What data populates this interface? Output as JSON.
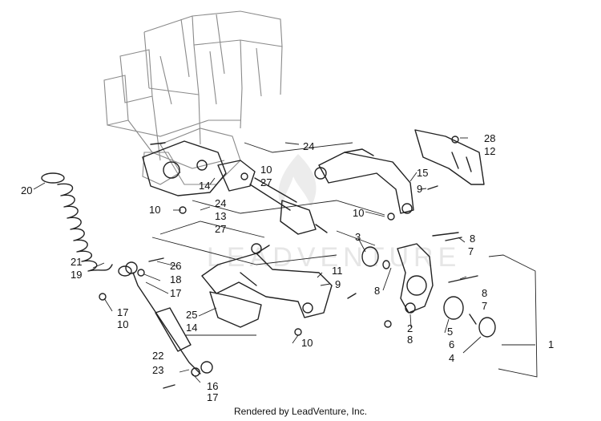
{
  "watermark": "LEADVENTURE",
  "footer": "Rendered by LeadVenture, Inc.",
  "callouts": [
    {
      "id": "c1",
      "text": "1"
    },
    {
      "id": "c2",
      "text": "2"
    },
    {
      "id": "c3",
      "text": "3"
    },
    {
      "id": "c4",
      "text": "4"
    },
    {
      "id": "c5",
      "text": "5"
    },
    {
      "id": "c6",
      "text": "6"
    },
    {
      "id": "c7a",
      "text": "7"
    },
    {
      "id": "c7b",
      "text": "7"
    },
    {
      "id": "c8a",
      "text": "8"
    },
    {
      "id": "c8b",
      "text": "8"
    },
    {
      "id": "c8c",
      "text": "8"
    },
    {
      "id": "c8d",
      "text": "8"
    },
    {
      "id": "c9a",
      "text": "9"
    },
    {
      "id": "c9b",
      "text": "9"
    },
    {
      "id": "c10a",
      "text": "10"
    },
    {
      "id": "c10b",
      "text": "10"
    },
    {
      "id": "c10c",
      "text": "10"
    },
    {
      "id": "c10d",
      "text": "10"
    },
    {
      "id": "c10e",
      "text": "10"
    },
    {
      "id": "c11",
      "text": "11"
    },
    {
      "id": "c12",
      "text": "12"
    },
    {
      "id": "c13",
      "text": "13"
    },
    {
      "id": "c14a",
      "text": "14"
    },
    {
      "id": "c14b",
      "text": "14"
    },
    {
      "id": "c15",
      "text": "15"
    },
    {
      "id": "c16",
      "text": "16"
    },
    {
      "id": "c17a",
      "text": "17"
    },
    {
      "id": "c17b",
      "text": "17"
    },
    {
      "id": "c17c",
      "text": "17"
    },
    {
      "id": "c18",
      "text": "18"
    },
    {
      "id": "c19",
      "text": "19"
    },
    {
      "id": "c20",
      "text": "20"
    },
    {
      "id": "c21",
      "text": "21"
    },
    {
      "id": "c22",
      "text": "22"
    },
    {
      "id": "c23",
      "text": "23"
    },
    {
      "id": "c24a",
      "text": "24"
    },
    {
      "id": "c24b",
      "text": "24"
    },
    {
      "id": "c25",
      "text": "25"
    },
    {
      "id": "c26",
      "text": "26"
    },
    {
      "id": "c27a",
      "text": "27"
    },
    {
      "id": "c27b",
      "text": "27"
    },
    {
      "id": "c28",
      "text": "28"
    }
  ]
}
